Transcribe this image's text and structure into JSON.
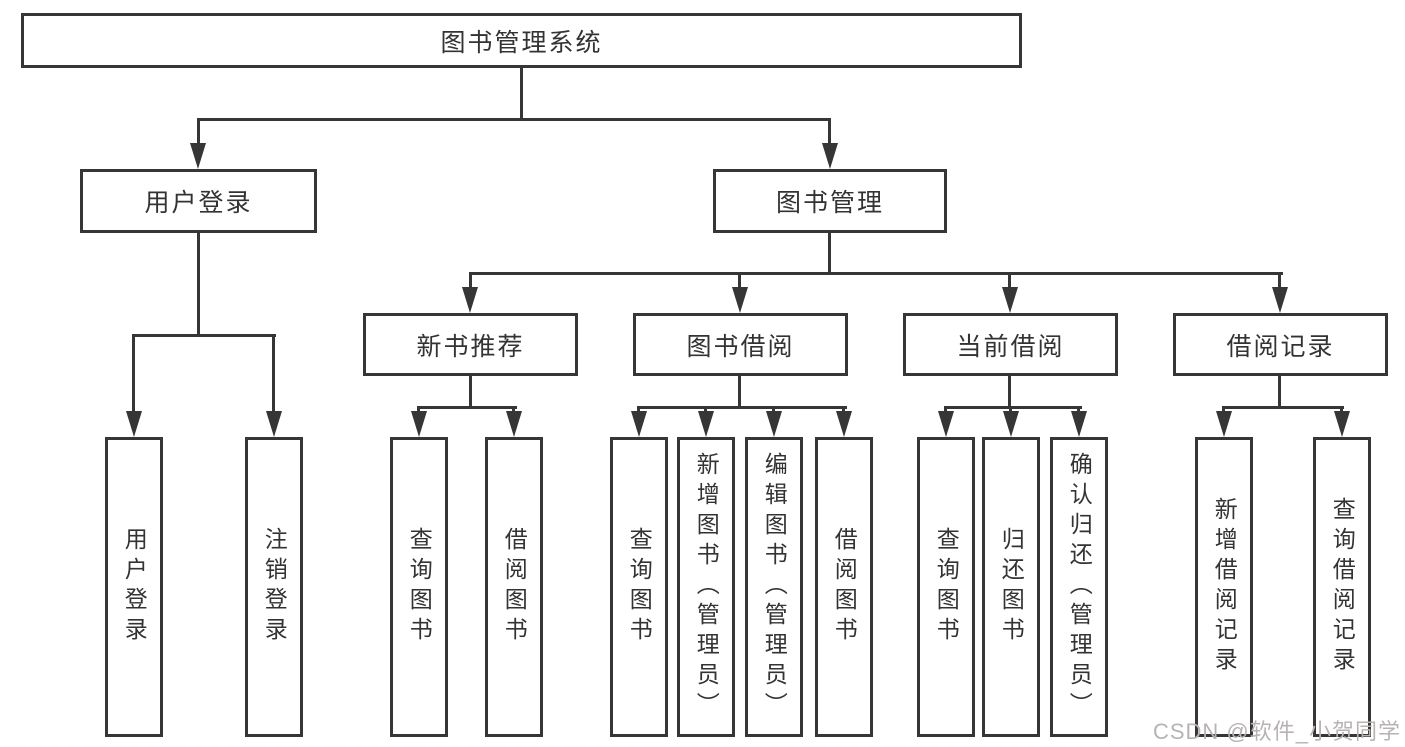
{
  "diagram": {
    "title": "图书管理系统",
    "root": {
      "label": "图书管理系统"
    },
    "level2": [
      {
        "label": "用户登录"
      },
      {
        "label": "图书管理"
      }
    ],
    "level3": [
      {
        "label": "新书推荐"
      },
      {
        "label": "图书借阅"
      },
      {
        "label": "当前借阅"
      },
      {
        "label": "借阅记录"
      }
    ],
    "leaves": [
      {
        "label": "用户登录",
        "parent": "用户登录"
      },
      {
        "label": "注销登录",
        "parent": "用户登录"
      },
      {
        "label": "查询图书",
        "parent": "新书推荐"
      },
      {
        "label": "借阅图书",
        "parent": "新书推荐"
      },
      {
        "label": "查询图书",
        "parent": "图书借阅"
      },
      {
        "label": "新增图书（管理员）",
        "parent": "图书借阅"
      },
      {
        "label": "编辑图书（管理员）",
        "parent": "图书借阅"
      },
      {
        "label": "借阅图书",
        "parent": "图书借阅"
      },
      {
        "label": "查询图书",
        "parent": "当前借阅"
      },
      {
        "label": "归还图书",
        "parent": "当前借阅"
      },
      {
        "label": "确认归还（管理员）",
        "parent": "当前借阅"
      },
      {
        "label": "新增借阅记录",
        "parent": "借阅记录"
      },
      {
        "label": "查询借阅记录",
        "parent": "借阅记录"
      }
    ],
    "watermark": "CSDN @软件_小贺同学",
    "colors": {
      "line": "#363636",
      "text": "#333333",
      "box_fill": "#ffffff",
      "watermark": "#b8b3b3",
      "background": "#ffffff"
    }
  }
}
